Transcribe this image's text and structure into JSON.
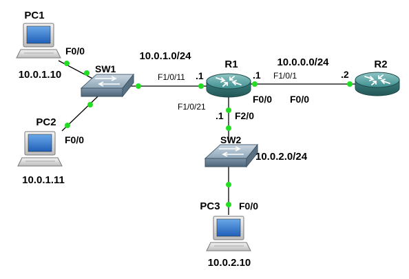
{
  "devices": {
    "pc1": {
      "name": "PC1",
      "ip": "10.0.1.10"
    },
    "pc2": {
      "name": "PC2",
      "ip": "10.0.1.11"
    },
    "pc3": {
      "name": "PC3",
      "ip": "10.0.2.10"
    },
    "sw1": {
      "name": "SW1"
    },
    "sw2": {
      "name": "SW2"
    },
    "r1": {
      "name": "R1"
    },
    "r2": {
      "name": "R2"
    }
  },
  "links": {
    "pc1_sw1": {
      "pc1_if": "F0/0"
    },
    "pc2_sw1": {
      "pc2_if": "F0/0"
    },
    "sw1_r1": {
      "subnet": "10.0.1.0/24",
      "r1_if": "F1/0/11",
      "r1_host": ".1"
    },
    "r1_r2": {
      "subnet": "10.0.0.0/24",
      "r1_if": "F0/0",
      "r1_host": ".1",
      "r2_if_top": "F1/0/1",
      "r2_if": "F0/0",
      "r2_host": ".2"
    },
    "r1_sw2": {
      "r1_if_lan": "F1/0/21",
      "r1_host": ".1",
      "r1_if": "F2/0"
    },
    "sw2_pc3": {
      "subnet": "10.0.2.0/24",
      "pc3_if": "F0/0"
    }
  },
  "colors": {
    "link": "#000000",
    "port_dot": "#22dd22",
    "router": "#3f8f8f",
    "switch": "#6f8fa6"
  }
}
